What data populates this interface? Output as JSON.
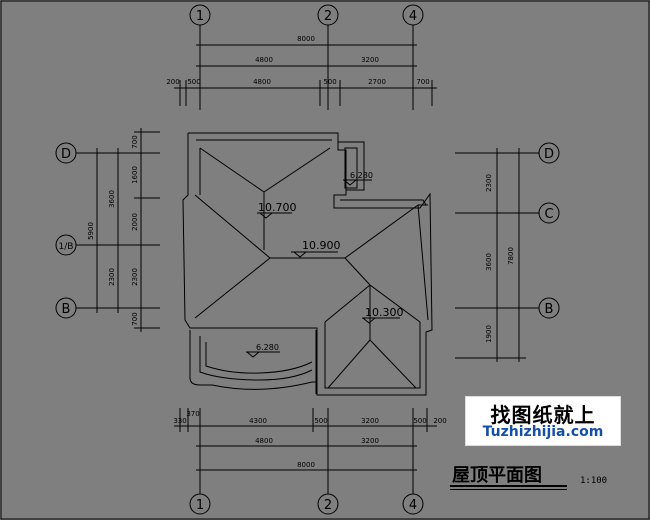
{
  "grid_axes": {
    "top": [
      "1",
      "2",
      "4"
    ],
    "bottom": [
      "1",
      "2",
      "4"
    ],
    "left": [
      "D",
      "1/B",
      "B"
    ],
    "right": [
      "D",
      "C",
      "B"
    ]
  },
  "dims_top": {
    "total": "8000",
    "row2": [
      "4800",
      "3200"
    ],
    "row3": [
      "200",
      "500",
      "4800",
      "500",
      "2700",
      "700"
    ]
  },
  "dims_bottom": {
    "row1": [
      "330",
      "370",
      "4300",
      "500",
      "3200",
      "500",
      "200"
    ],
    "row2": [
      "4800",
      "3200"
    ],
    "total": "8000"
  },
  "dims_left": {
    "outer": "5900",
    "mid": [
      "3600",
      "2300"
    ],
    "inner": [
      "700",
      "1600",
      "2000",
      "2300",
      "700"
    ]
  },
  "dims_right": {
    "outer": "7800",
    "inner": [
      "2300",
      "3600",
      "1900"
    ]
  },
  "elevations": [
    "10.700",
    "10.900",
    "6.280",
    "10.300",
    "6.280"
  ],
  "watermark": {
    "cn": "找图纸就上",
    "url": "Tuzhizhijia.com"
  },
  "drawing_title": "屋顶平面图",
  "scale": "1:100"
}
